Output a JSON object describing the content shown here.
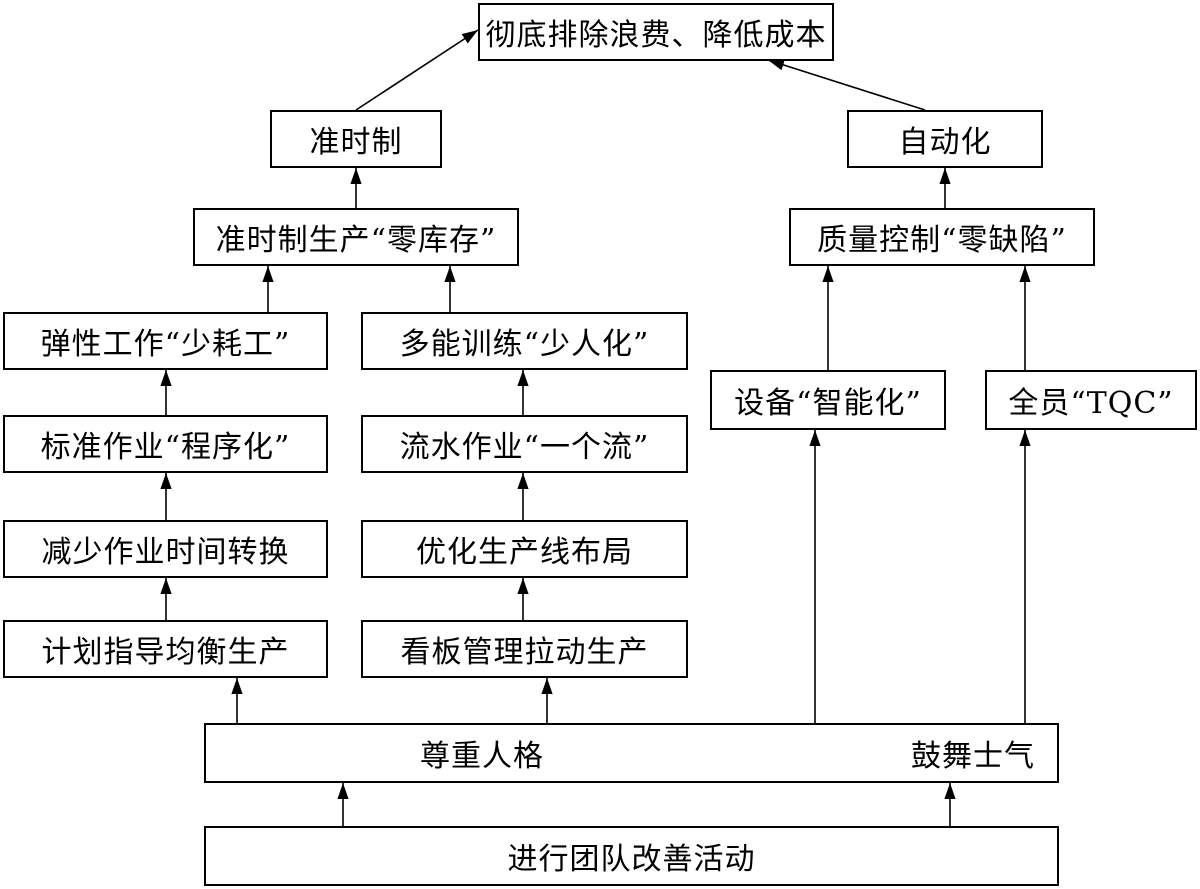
{
  "nodes": {
    "goal": "彻底排除浪费、降低成本",
    "jit": "准时制",
    "autonomation": "自动化",
    "zero_inventory": "准时制生产“零库存”",
    "zero_defect": "质量控制“零缺陷”",
    "flexible_work": "弹性工作“少耗工”",
    "multi_skill": "多能训练“少人化”",
    "equipment": "设备“智能化”",
    "tqc": "全员“TQC”",
    "standard_work": "标准作业“程序化”",
    "one_piece_flow": "流水作业“一个流”",
    "reduce_changeover": "减少作业时间转换",
    "optimize_layout": "优化生产线布局",
    "level_production": "计划指导均衡生产",
    "kanban": "看板管理拉动生产",
    "respect_people": "尊重人格",
    "boost_morale": "鼓舞士气",
    "team_improvement": "进行团队改善活动"
  },
  "colors": {
    "line": "#000000",
    "background": "#ffffff"
  }
}
